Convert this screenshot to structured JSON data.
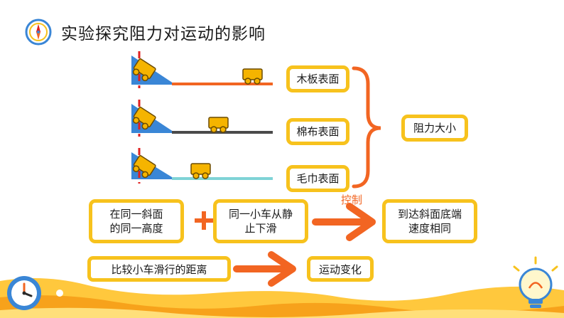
{
  "title": "实验探究阻力对运动的影响",
  "surfaces": [
    "木板表面",
    "棉布表面",
    "毛巾表面"
  ],
  "result": "阻力大小",
  "control_label": "控制",
  "condition_1": [
    "在同一斜面",
    "的同一高度"
  ],
  "plus": "+",
  "condition_2": [
    "同一小车从静",
    "止下滑"
  ],
  "outcome_1": [
    "到达斜面底端",
    "速度相同"
  ],
  "compare": "比较小车滑行的距离",
  "outcome_2": "运动变化",
  "colors": {
    "box_border": "#f7c21d",
    "accent": "#f26522",
    "ramp": "#3a86d6",
    "marker": "#e02020",
    "surface_wood": "#f26522",
    "surface_cloth": "#4a4a4a",
    "surface_towel": "#7fd3d6",
    "cart": "#f5b400",
    "decor_yellow": "#ffc83d",
    "decor_orange": "#f7a21b"
  },
  "icons": [
    "compass-icon",
    "clock-icon",
    "lightbulb-icon",
    "cart-icon"
  ]
}
